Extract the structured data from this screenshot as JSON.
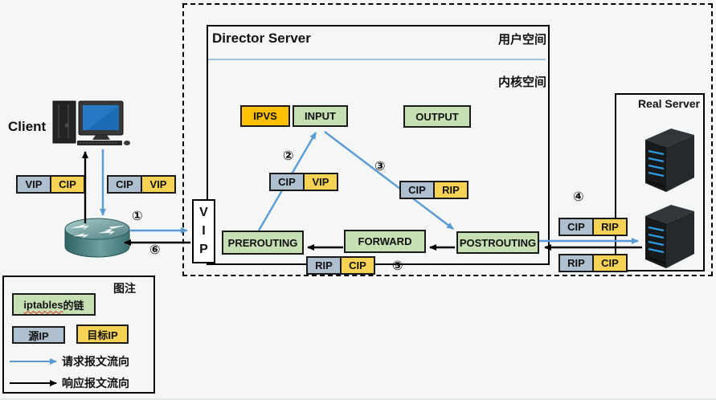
{
  "colors": {
    "chain_green": "#C6E0B4",
    "ipvs_orange": "#FFC000",
    "source_ip_gray": "#AEBFCF",
    "dest_ip_yellow": "#F6D355",
    "request_arrow_blue": "#5B9BD5",
    "response_arrow_black": "#000000",
    "space_divider_blue": "#9DC3E6"
  },
  "client": {
    "label": "Client"
  },
  "director": {
    "title": "Director Server",
    "user_space_label": "用户空间",
    "kernel_space_label": "内核空间",
    "vip_letters": {
      "l1": "V",
      "l2": "I",
      "l3": "P"
    }
  },
  "chains": {
    "ipvs": "IPVS",
    "input": "INPUT",
    "output": "OUTPUT",
    "prerouting": "PREROUTING",
    "forward": "FORWARD",
    "postrouting": "POSTROUTING"
  },
  "real_server": {
    "title": "Real Server"
  },
  "ip_boxes": {
    "client_response": {
      "src": "VIP",
      "dst": "CIP"
    },
    "client_request": {
      "src": "CIP",
      "dst": "VIP"
    },
    "step2": {
      "src": "CIP",
      "dst": "VIP"
    },
    "step3": {
      "src": "CIP",
      "dst": "RIP"
    },
    "step5": {
      "src": "RIP",
      "dst": "CIP"
    },
    "step4": {
      "src": "CIP",
      "dst": "RIP"
    },
    "rs_response": {
      "src": "RIP",
      "dst": "CIP"
    }
  },
  "steps": {
    "s1": "①",
    "s2": "②",
    "s3": "③",
    "s4": "④",
    "s5": "⑤",
    "s6": "⑥"
  },
  "legend": {
    "title": "图注",
    "chain_en": "iptables",
    "chain_zh": "的链",
    "source_ip_label": "源IP",
    "dest_ip_label": "目标IP",
    "request_label": "请求报文流向",
    "response_label": "响应报文流向"
  }
}
